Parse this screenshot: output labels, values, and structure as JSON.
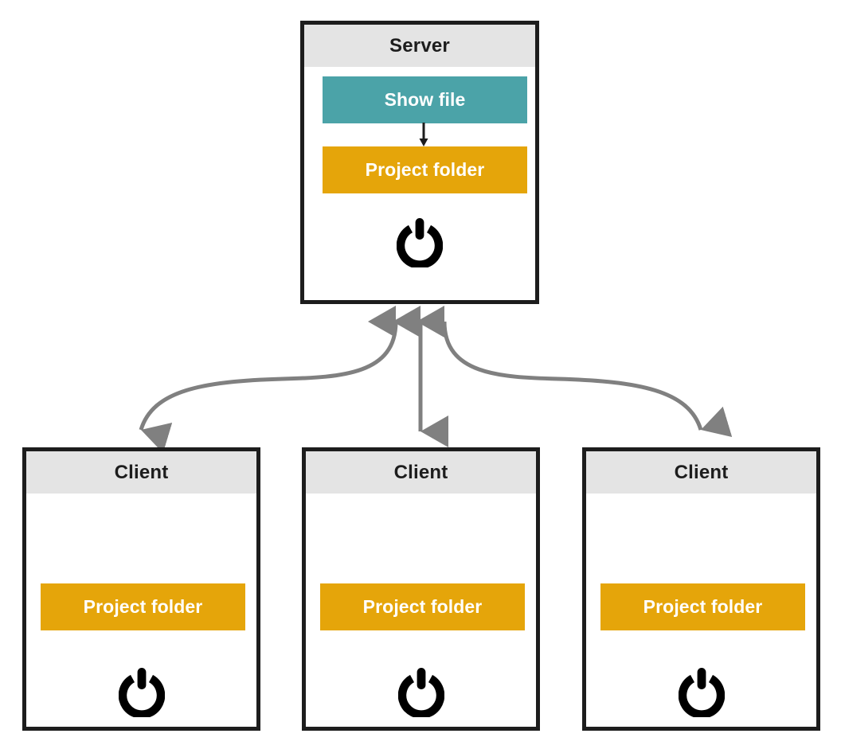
{
  "diagram": {
    "type": "network-topology",
    "title_visible": false,
    "colors": {
      "header_bg": "#e4e4e4",
      "border": "#1d1d1d",
      "teal_bar": "#4ba3a8",
      "orange_bar": "#e5a50a",
      "arrow": "#808080",
      "text_on_bar": "#ffffff",
      "canvas_bg": "#ffffff"
    },
    "server": {
      "header_label": "Server",
      "show_file_label": "Show file",
      "project_folder_label": "Project folder",
      "inner_arrow_icon": "arrow-down-icon",
      "power_icon": "power-icon"
    },
    "clients": [
      {
        "header_label": "Client",
        "project_folder_label": "Project folder",
        "power_icon": "power-icon"
      },
      {
        "header_label": "Client",
        "project_folder_label": "Project folder",
        "power_icon": "power-icon"
      },
      {
        "header_label": "Client",
        "project_folder_label": "Project folder",
        "power_icon": "power-icon"
      }
    ],
    "connections": [
      {
        "from": "server",
        "to": "client-1",
        "style": "curved",
        "heads": "both"
      },
      {
        "from": "server",
        "to": "client-2",
        "style": "straight",
        "heads": "both"
      },
      {
        "from": "server",
        "to": "client-3",
        "style": "curved",
        "heads": "both"
      }
    ]
  }
}
